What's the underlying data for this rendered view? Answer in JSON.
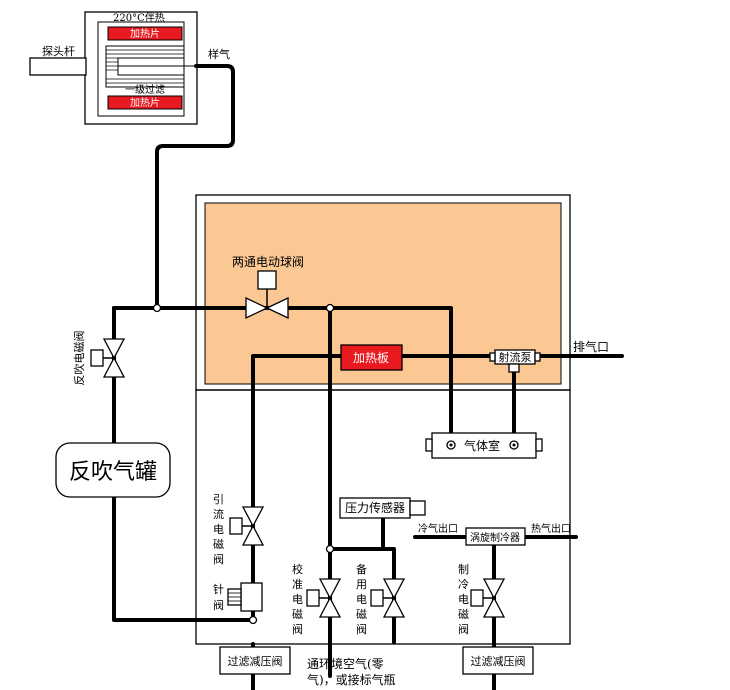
{
  "colors": {
    "heated_zone": "#fbc893",
    "heater_red": "#e8191f",
    "line": "#000000",
    "background": "#ffffff"
  },
  "labels": {
    "probe_rod": "探头杆",
    "tracing_temp": "220°C伴热",
    "heater_top": "加热片",
    "heater_bottom": "加热片",
    "primary_filter": "一级过滤",
    "sample_gas": "样气",
    "two_way_valve": "两通电动球阀",
    "heating_plate": "加热板",
    "jet_pump": "射流泵",
    "exhaust": "排气口",
    "gas_chamber": "气体室",
    "backflush_valve": "反吹电磁阀",
    "backflush_tank": "反吹气罐",
    "diversion_valve": [
      "引",
      "流",
      "电",
      "磁",
      "阀"
    ],
    "needle_valve": [
      "针",
      "阀"
    ],
    "pressure_sensor": "压力传感器",
    "cold_outlet": "冷气出口",
    "hot_outlet": "热气出口",
    "vortex_cooler": "涡旋制冷器",
    "calibration_valve": [
      "校",
      "准",
      "电",
      "磁",
      "阀"
    ],
    "spare_valve": [
      "备",
      "用",
      "电",
      "磁",
      "阀"
    ],
    "cooling_valve": [
      "制",
      "冷",
      "电",
      "磁",
      "阀"
    ],
    "filter_regulator_left": "过滤减压阀",
    "filter_regulator_right": "过滤减压阀",
    "ambient_air_line1": "通环境空气(零",
    "ambient_air_line2": "气)，或接标气瓶"
  }
}
